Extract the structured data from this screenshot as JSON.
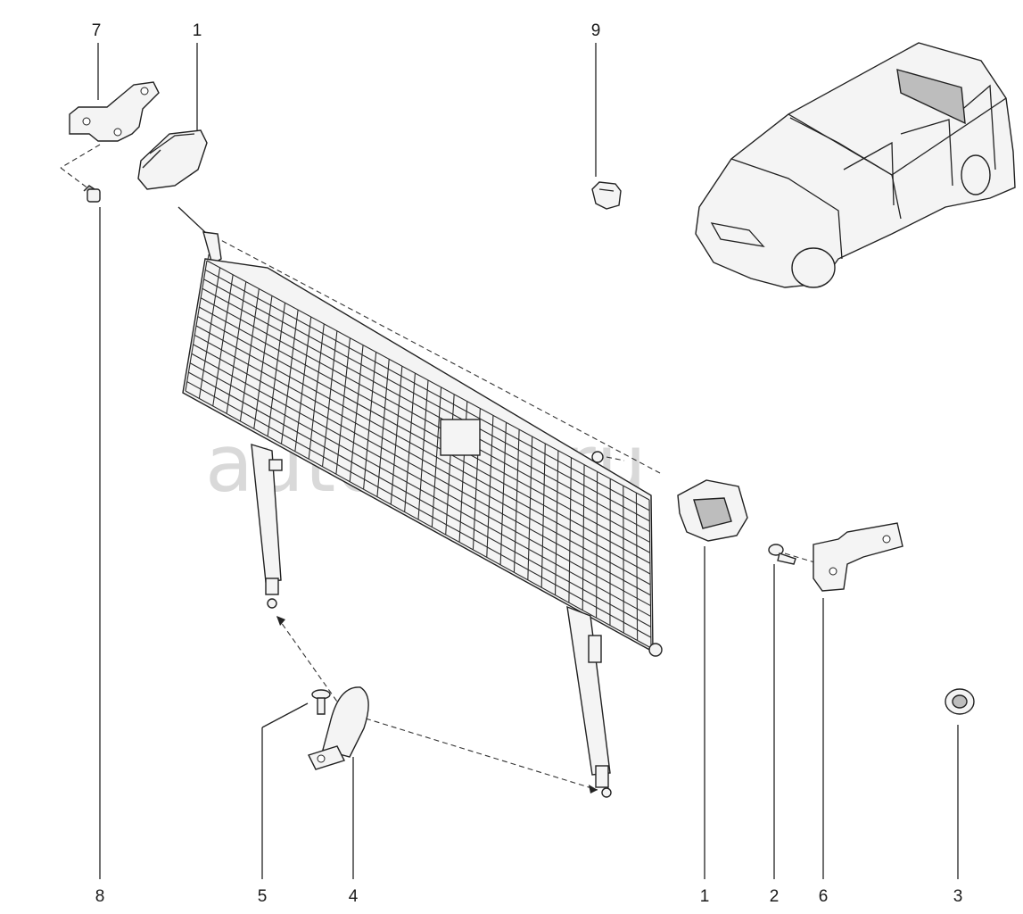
{
  "watermark": "autoliter.ru",
  "callouts": {
    "c7": "7",
    "c1_top": "1",
    "c9": "9",
    "c8": "8",
    "c5": "5",
    "c4": "4",
    "c1_bottom": "1",
    "c2": "2",
    "c6": "6",
    "c3": "3"
  },
  "colors": {
    "line": "#222222",
    "watermark": "#d9d9d9",
    "net": "#2a2a2a"
  }
}
